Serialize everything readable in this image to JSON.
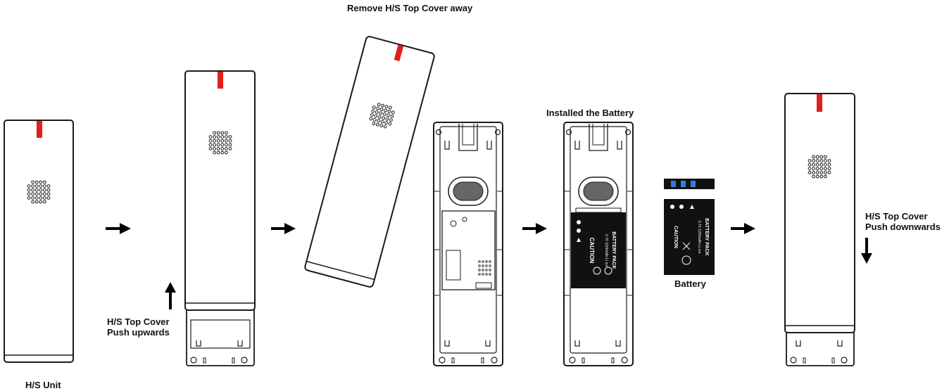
{
  "labels": {
    "unit": "H/S Unit",
    "push_up_line1": "H/S Top Cover",
    "push_up_line2": "Push upwards",
    "remove": "Remove H/S Top Cover away",
    "installed": "Installed the Battery",
    "battery": "Battery",
    "push_down_line1": "H/S Top Cover",
    "push_down_line2": "Push downwards"
  },
  "battery_text": {
    "caution": "CAUTION",
    "pack": "BATTERY PACK",
    "spec": "3.7V 1200mAh Li-ion"
  },
  "colors": {
    "outline": "#1a1a1a",
    "red_indicator": "#e0201a",
    "battery_body": "#111111",
    "battery_contacts": "#2f7de1",
    "arrow": "#000000"
  }
}
